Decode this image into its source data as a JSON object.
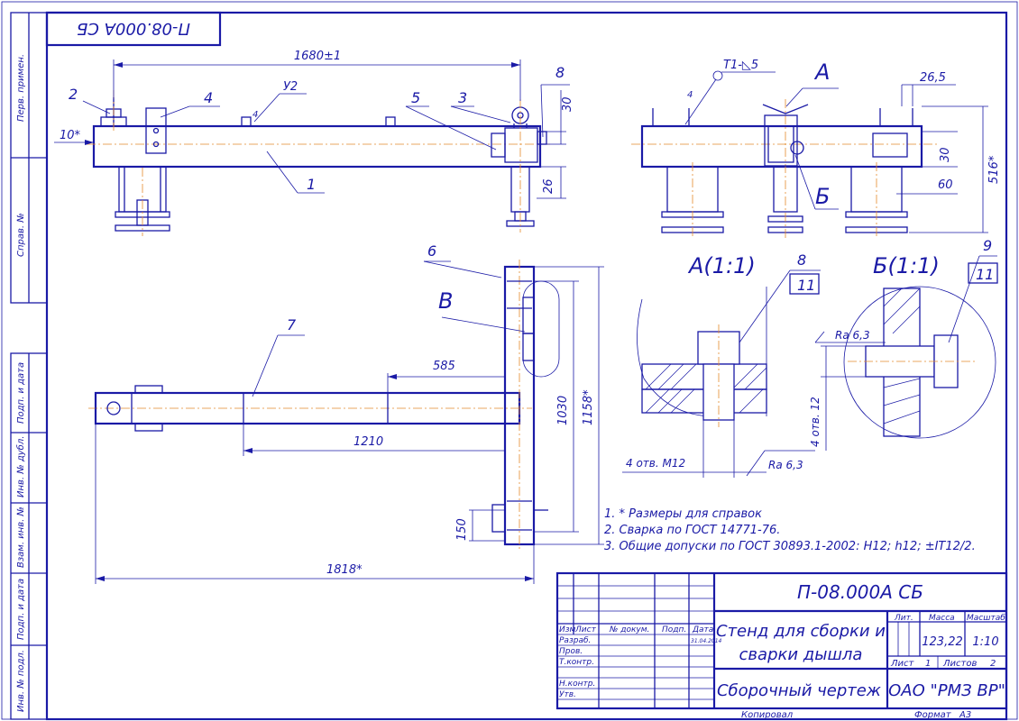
{
  "document": {
    "code": "П-08.000А СБ",
    "code_inverted": "П-08.000А СБ",
    "title_line1": "Стенд для сборки и",
    "title_line2": "сварки дышла",
    "doc_type": "Сборочный чертеж",
    "organization": "ОАО \"РМЗ ВР\"",
    "mass": "123,22",
    "scale": "1:10",
    "sheet": "1",
    "sheets": "2",
    "copied_label": "Копировал",
    "format_label": "Формат",
    "format": "А3"
  },
  "title_block_headers": {
    "lit": "Лит.",
    "mass": "Масса",
    "scale": "Масштаб",
    "sheet": "Лист",
    "sheets": "Листов"
  },
  "revision_headers": [
    "Изм",
    "Лист",
    "№ докум.",
    "Подп.",
    "Дата"
  ],
  "signature_roles": [
    "Разраб.",
    "Пров.",
    "Т.контр.",
    "",
    "Н.контр.",
    "Утв."
  ],
  "developer_date": "31.04.2014",
  "side_stamps": [
    "Перв. примен.",
    "Справ. №",
    "Подп. и дата",
    "Инв. № дубл.",
    "Взам. инв. №",
    "Подп. и дата",
    "Инв. № подл."
  ],
  "dimensions": {
    "top_length": "1680±1",
    "offset_10": "10*",
    "d30_front": "30",
    "d26": "26",
    "d26_5": "26,5",
    "d30_side": "30",
    "d60": "60",
    "d516": "516*",
    "d585": "585",
    "d1210": "1210",
    "d1030": "1030",
    "d1158": "1158*",
    "d150": "150",
    "d1818": "1818*",
    "holes_m12": "4 отв. М12",
    "holes_12": "4 отв. 12",
    "roughness_a": "Ra 6,3",
    "roughness_b": "Ra 6,3",
    "weld_symbol": "Т1-◺5",
    "leg_4": "4",
    "angle_u2": "У2"
  },
  "positions": [
    "1",
    "2",
    "3",
    "4",
    "5",
    "6",
    "7",
    "8",
    "9",
    "11",
    "11"
  ],
  "view_labels": {
    "A": "А",
    "B": "Б",
    "V": "В",
    "section_A": "А(1:1)",
    "section_B": "Б(1:1)"
  },
  "notes": [
    "1.  * Размеры для справок",
    "2.  Сварка по ГОСТ 14771-76.",
    "3.  Общие допуски по ГОСТ 30893.1-2002: Н12; h12; ±IT12/2."
  ],
  "colors": {
    "line": "#1a1aa6",
    "axis": "#e38a2c",
    "paper": "#ffffff"
  }
}
